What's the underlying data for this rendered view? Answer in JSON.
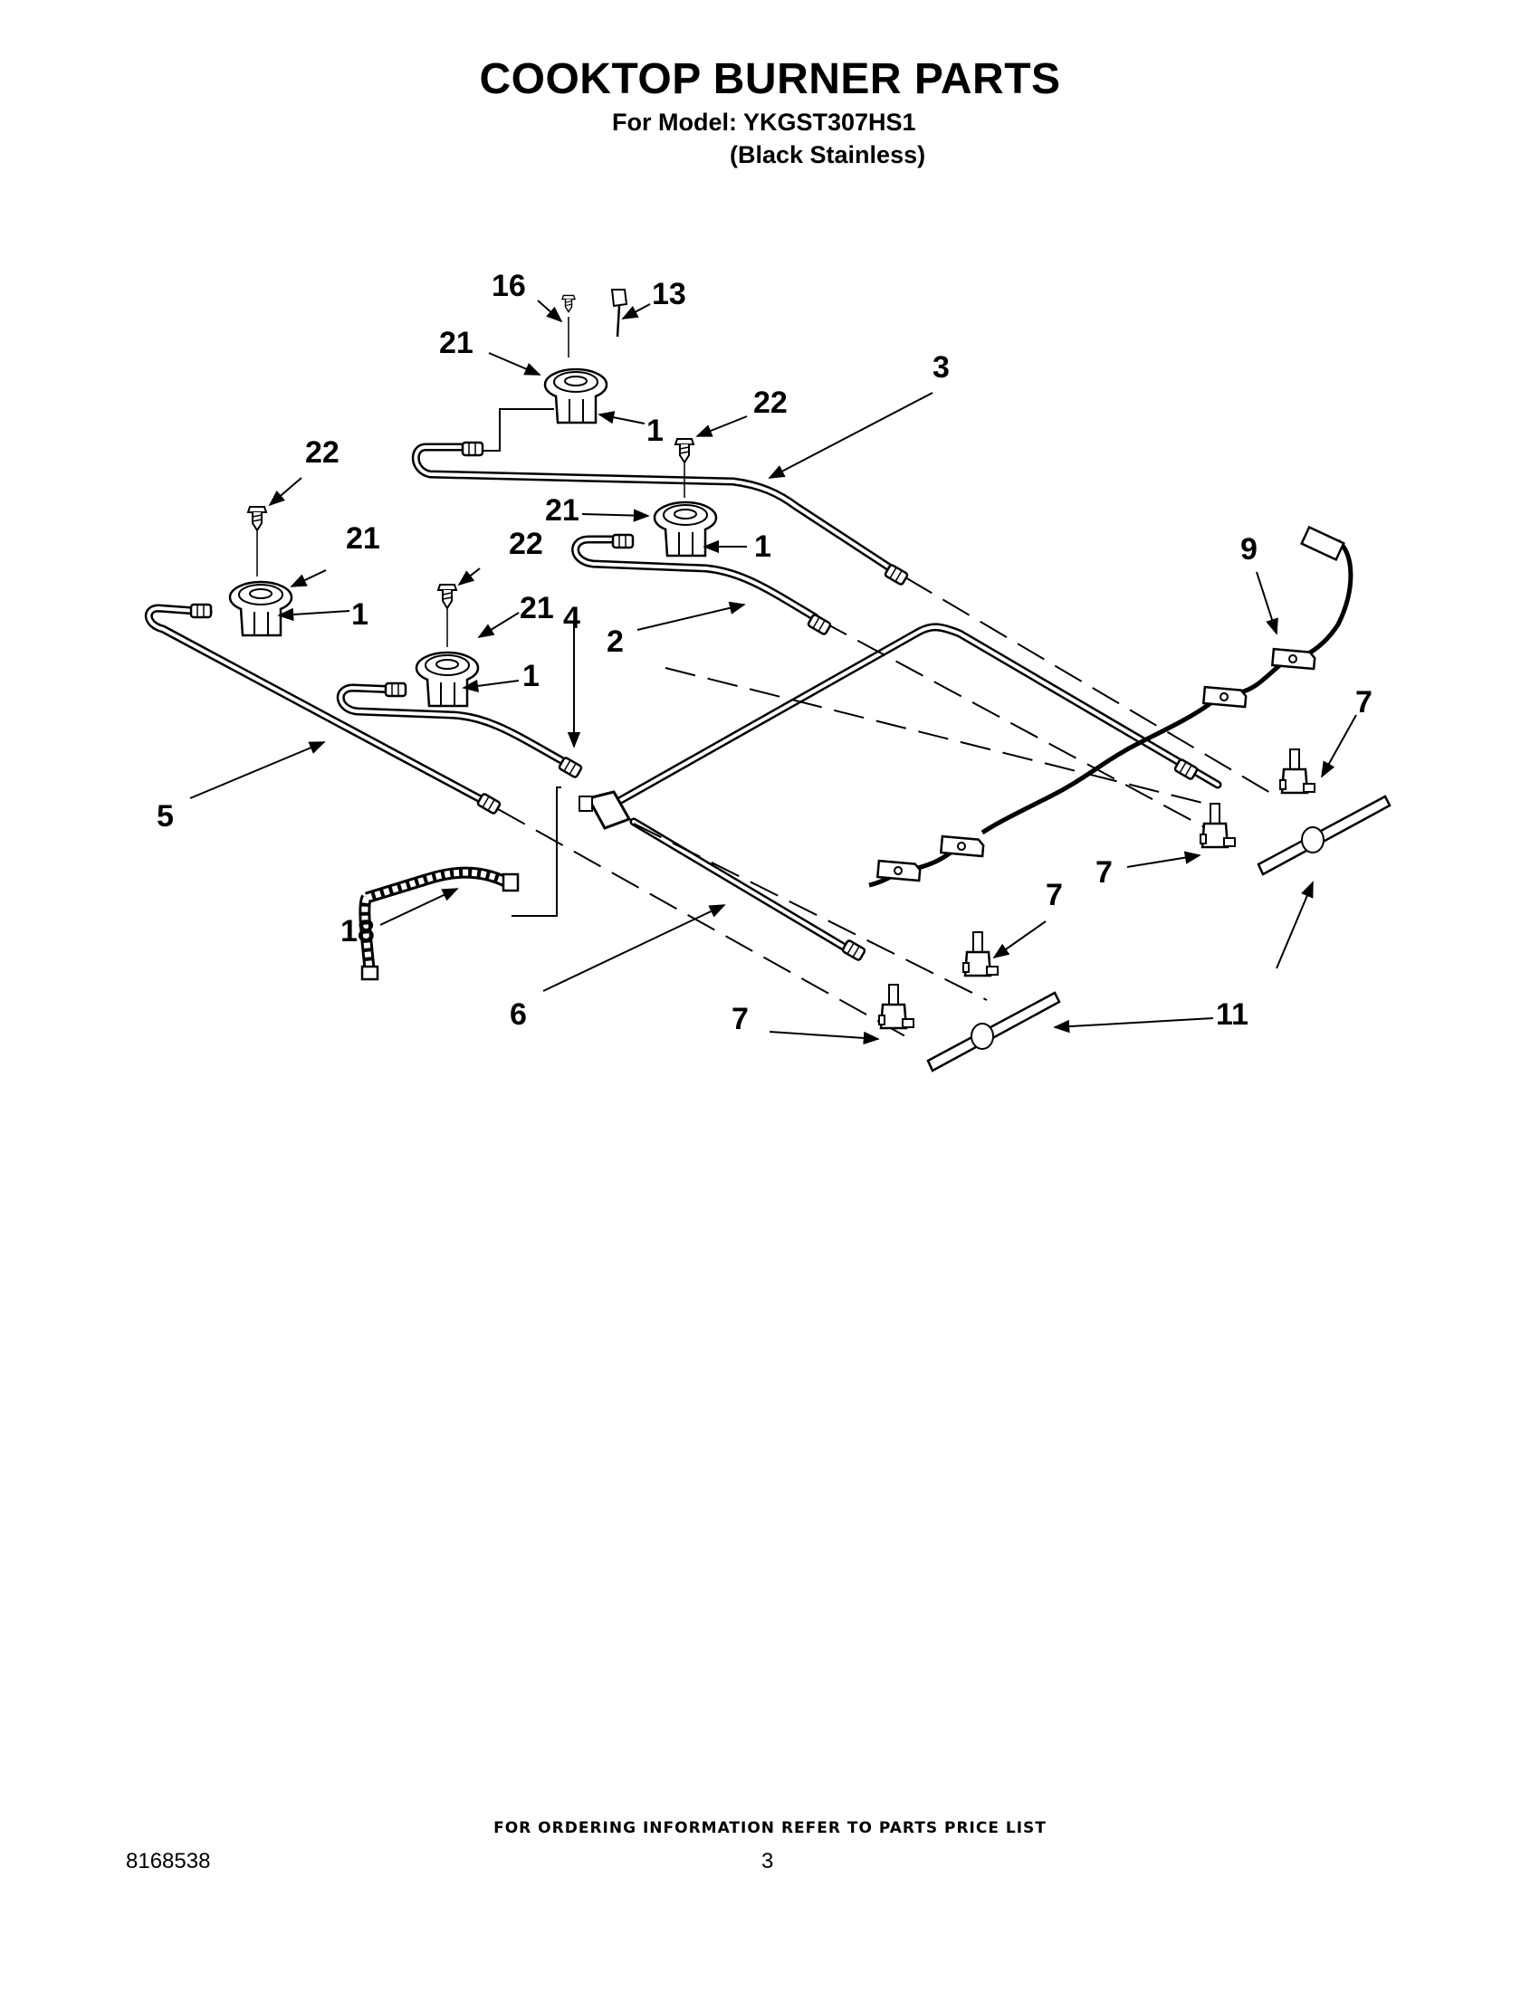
{
  "header": {
    "title": "COOKTOP BURNER PARTS",
    "model_line": "For Model: YKGST307HS1",
    "finish_line": "(Black Stainless)"
  },
  "callouts": {
    "c16": "16",
    "c13": "13",
    "c21a": "21",
    "c3": "3",
    "c22a": "22",
    "c1a": "1",
    "c22b": "22",
    "c21b": "21",
    "c1b": "1",
    "c21c": "21",
    "c22c": "22",
    "c1c": "1",
    "c9": "9",
    "c21d": "21",
    "c4": "4",
    "c2": "2",
    "c1d": "1",
    "c7a": "7",
    "c5": "5",
    "c7b": "7",
    "c18": "18",
    "c7c": "7",
    "c6": "6",
    "c7d": "7",
    "c11": "11"
  },
  "footer": {
    "note": "FOR ORDERING INFORMATION REFER TO PARTS PRICE LIST",
    "doc_number": "8168538",
    "page_number": "3"
  }
}
